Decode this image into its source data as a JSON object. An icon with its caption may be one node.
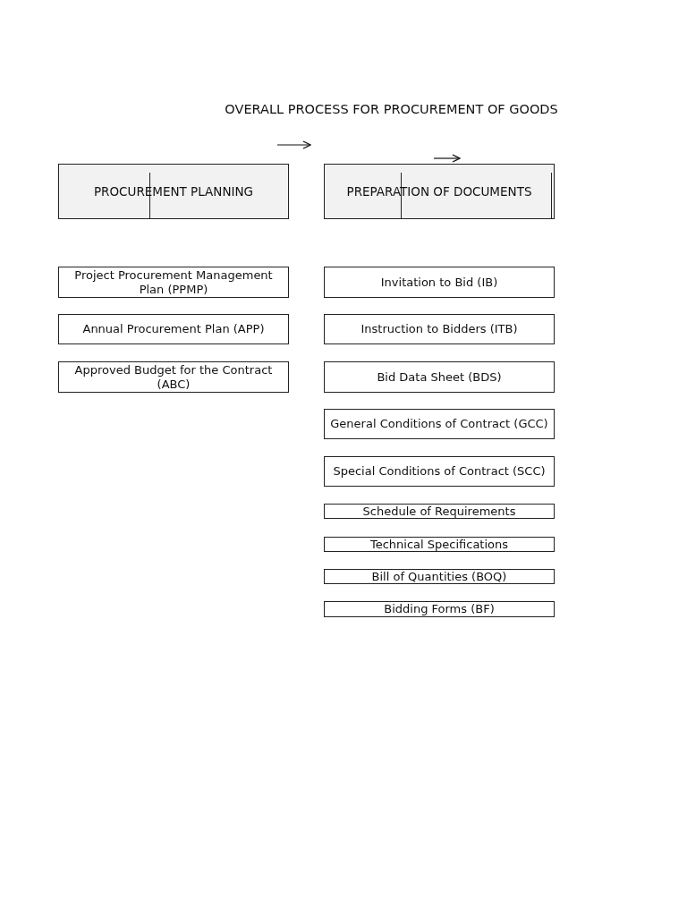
{
  "diagram": {
    "title": "OVERALL PROCESS FOR PROCUREMENT OF GOODS",
    "nodes": [
      {
        "text": [
          "PROCUREMENT PLANNING"
        ]
      },
      {
        "text": [
          "PREPARATION OF DOCUMENTS"
        ]
      },
      {
        "text": [
          "Project Procurement Management Plan (PPMP)"
        ]
      },
      {
        "text": [
          "Annual Procurement Plan (APP)"
        ]
      },
      {
        "text": [
          "Approved Budget for the Contract (ABC)"
        ]
      },
      {
        "text": [
          "Invitation to Bid (IB)"
        ]
      },
      {
        "text": [
          "Instruction to Bidders (ITB)"
        ]
      },
      {
        "text": [
          "Bid Data Sheet (BDS)"
        ]
      },
      {
        "text": [
          "General Conditions of  Contract (GCC)"
        ]
      },
      {
        "text": [
          "Special Conditions of Contract (SCC)"
        ]
      },
      {
        "text": [
          "Schedule of Requirements"
        ]
      },
      {
        "text": [
          "Technical Specifications"
        ]
      },
      {
        "text": [
          "Bill of Quantities (BOQ)"
        ]
      },
      {
        "text": [
          "Bidding Forms (BF)"
        ]
      }
    ],
    "edges": []
  }
}
